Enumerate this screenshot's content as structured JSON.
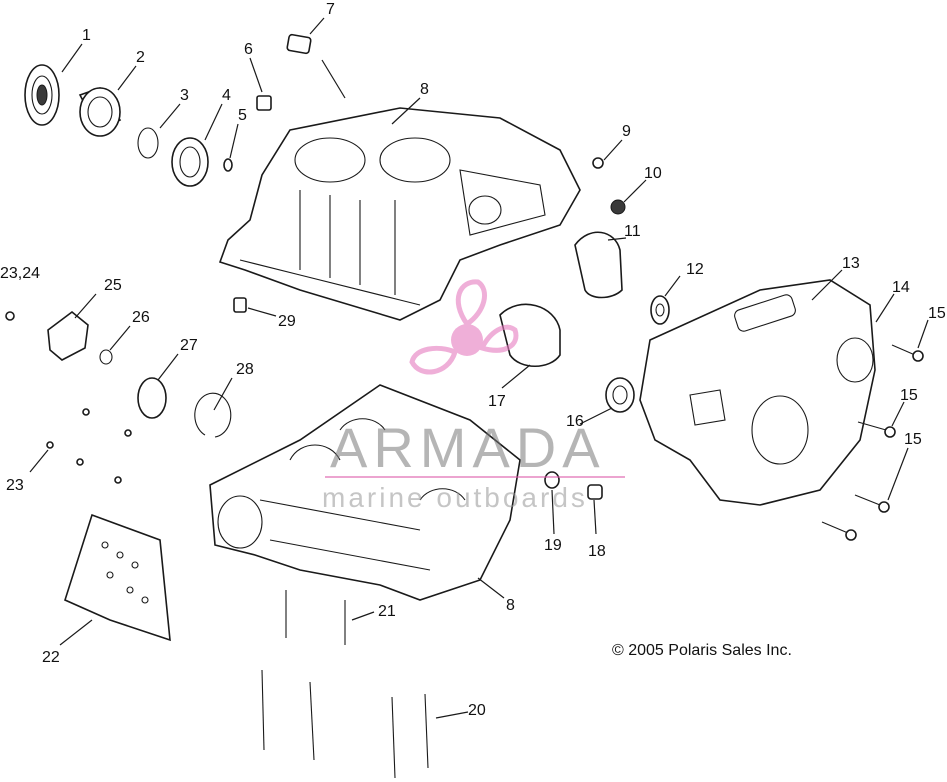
{
  "labels": {
    "l1": "1",
    "l2": "2",
    "l3": "3",
    "l4": "4",
    "l5": "5",
    "l6": "6",
    "l7": "7",
    "l8a": "8",
    "l8b": "8",
    "l9": "9",
    "l10": "10",
    "l11": "11",
    "l12": "12",
    "l13": "13",
    "l14": "14",
    "l15a": "15",
    "l15b": "15",
    "l15c": "15",
    "l16": "16",
    "l17": "17",
    "l18": "18",
    "l19": "19",
    "l20": "20",
    "l21": "21",
    "l22": "22",
    "l23": "23",
    "l2324": "23,24",
    "l25": "25",
    "l26": "26",
    "l27": "27",
    "l28": "28",
    "l29": "29"
  },
  "copyright": "© 2005 Polaris Sales Inc.",
  "watermark": {
    "title": "ARMADA",
    "subtitle": "marine outboards",
    "logo_color": "#e67bbf",
    "text_color": "#8c8c8c"
  },
  "colors": {
    "line": "#1a1a1a",
    "background": "#ffffff"
  }
}
